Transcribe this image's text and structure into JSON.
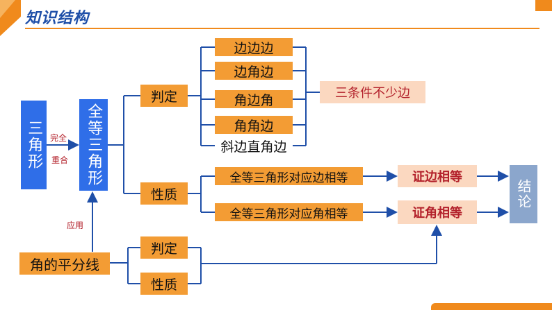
{
  "header": {
    "title": "知识结构"
  },
  "nodes": {
    "triangle": "三角形",
    "congruent_triangle": "全等三角形",
    "complete_overlap_1": "完全",
    "complete_overlap_2": "重合",
    "apply": "应用",
    "judge_top": "判定",
    "property_top": "性质",
    "sss": "边边边",
    "sas": "边角边",
    "asa": "角边角",
    "aas": "角角边",
    "hl": "斜边直角边",
    "three_conditions": "三条件不少边",
    "corr_sides": "全等三角形对应边相等",
    "corr_angles": "全等三角形对应角相等",
    "prove_sides": "证边相等",
    "prove_angles": "证角相等",
    "conclusion": "结论",
    "angle_bisector": "角的平分线",
    "judge_bottom": "判定",
    "property_bottom": "性质"
  },
  "colors": {
    "blue": "#2f6ee8",
    "orange": "#f39c34",
    "peach": "#fbd8c0",
    "slate": "#8ba6cc",
    "line": "#1f4fa8",
    "accent": "#f08a1c",
    "red_text": "#b3212b"
  }
}
